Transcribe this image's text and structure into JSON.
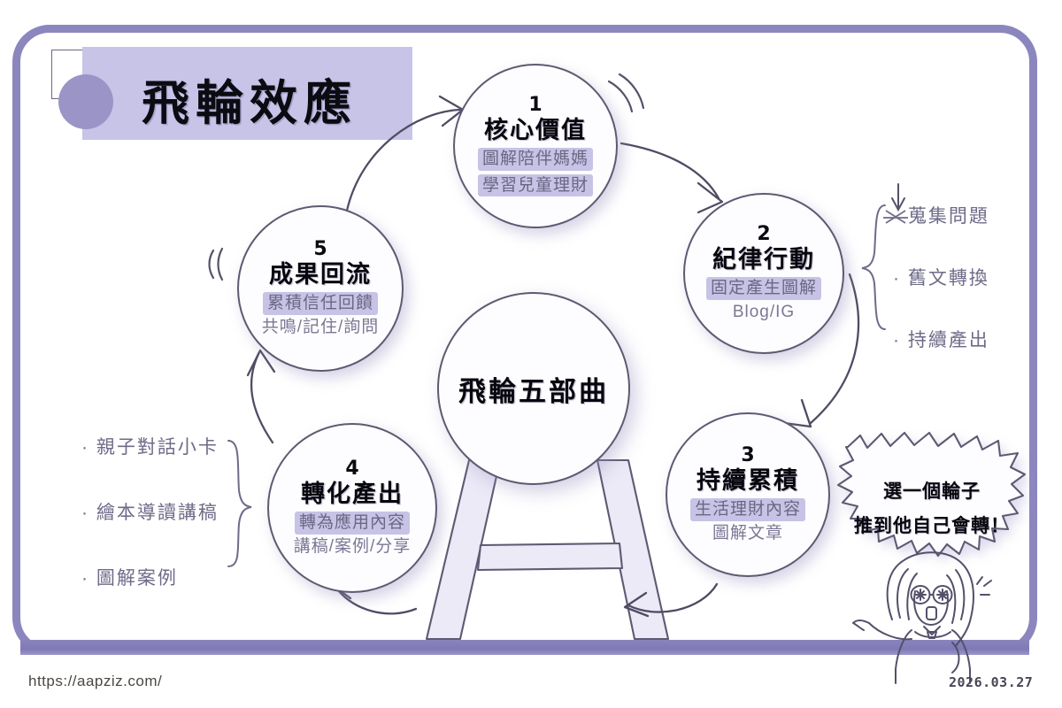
{
  "page": {
    "title": "飛輪效應",
    "accent_color": "#8c86bf",
    "band_color": "#c8c4e8",
    "ink_color": "#5d5a72"
  },
  "hub": {
    "label": "飛輪五部曲"
  },
  "nodes": [
    {
      "number": "1",
      "title": "核心價值",
      "highlight": "圖解陪伴媽媽",
      "highlight2": "學習兒童理財",
      "sub": ""
    },
    {
      "number": "2",
      "title": "紀律行動",
      "highlight": "固定產生圖解",
      "sub": "Blog/IG"
    },
    {
      "number": "3",
      "title": "持續累積",
      "highlight": "生活理財內容",
      "sub": "圖解文章"
    },
    {
      "number": "4",
      "title": "轉化產出",
      "highlight": "轉為應用內容",
      "sub": "講稿/案例/分享"
    },
    {
      "number": "5",
      "title": "成果回流",
      "highlight": "累積信任回饋",
      "sub": "共鳴/記住/詢問"
    }
  ],
  "notes_right": {
    "items": [
      "· 蒐集問題",
      "· 舊文轉換",
      "· 持續產出"
    ]
  },
  "notes_left": {
    "items": [
      "· 親子對話小卡",
      "· 繪本導讀講稿",
      "· 圖解案例"
    ]
  },
  "callout": {
    "line1": "選一個輪子",
    "line2": "推到他自己會轉！"
  },
  "footer": {
    "url": "https://aapziz.com/",
    "date": "2026.03.27"
  }
}
